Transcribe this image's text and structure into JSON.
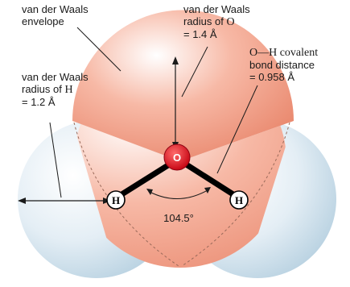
{
  "labels": {
    "envelope": [
      "van der Waals",
      "envelope"
    ],
    "radius_o": {
      "line1": "van der Waals",
      "line2_prefix": "radius of ",
      "line2_elem": "O",
      "line3": "= 1.4 Å"
    },
    "radius_h": {
      "line1": "van der Waals",
      "line2_prefix": "radius of ",
      "line2_elem": "H",
      "line3": "= 1.2 Å"
    },
    "bond": {
      "line1": "O—H covalent",
      "line2": "bond distance",
      "line3": "= 0.958 Å"
    },
    "angle": "104.5°"
  },
  "atoms": {
    "oxygen": "O",
    "hydrogen_left": "H",
    "hydrogen_right": "H"
  },
  "colors": {
    "o_sphere": "#f3a48b",
    "h_sphere": "#cfe2ee",
    "overlap": "#f3a48b",
    "o_atom": "#e0101e",
    "bond": "#000000",
    "lines": "#1a1a1a"
  }
}
